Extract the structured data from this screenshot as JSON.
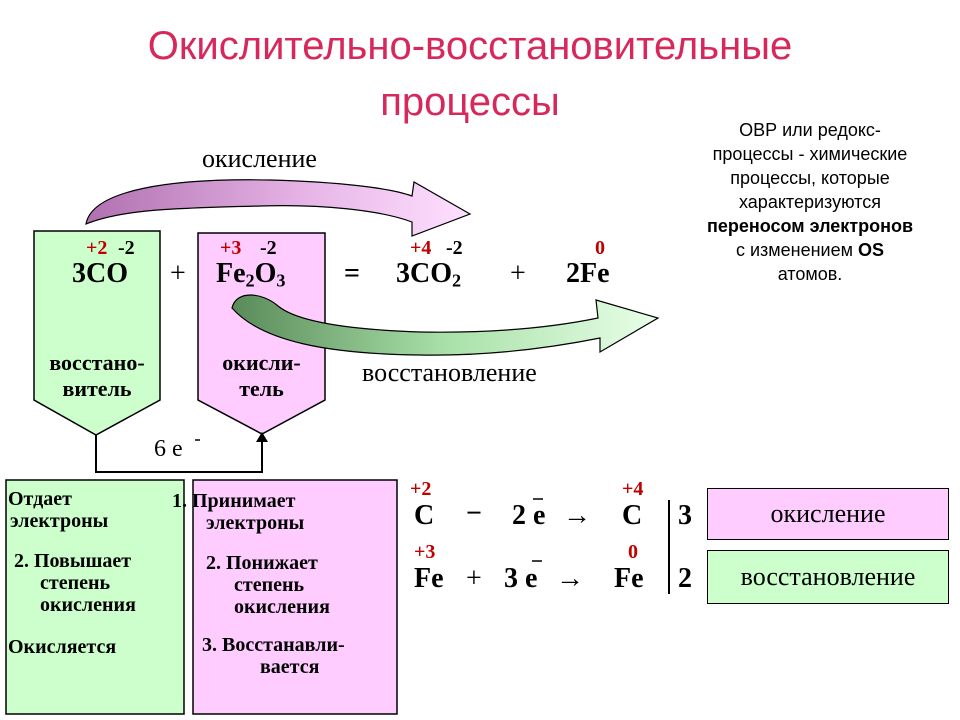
{
  "title": {
    "line1": "Окислительно-восстановительные",
    "line2": "процессы"
  },
  "definition": {
    "line1": "ОВР или редокс-",
    "line2": "процессы - химические",
    "line3": "процессы, которые",
    "line4": "характеризуются",
    "line5_bold": "переносом электронов",
    "line6_pre": "с изменением ",
    "line6_bold": "OS",
    "line7": "атомов."
  },
  "arrows": {
    "oxidation_label": "окисление",
    "reduction_label": "восстановление",
    "transfer_label": "6 e"
  },
  "equation": {
    "co": {
      "formula": "3CO",
      "ox_c": "+2",
      "ox_o": "-2"
    },
    "plus1": "+",
    "fe2o3": {
      "fe": "Fe",
      "fe_sub": "2",
      "o": "O",
      "o_sub": "3",
      "ox_fe": "+3",
      "ox_o": "-2"
    },
    "equals": "=",
    "co2": {
      "formula": "3CO",
      "o_sub": "2",
      "ox_c": "+4",
      "ox_o": "-2"
    },
    "plus2": "+",
    "fe": {
      "formula": "2Fe",
      "ox": "0"
    }
  },
  "reducer_label": {
    "line1": "восстано-",
    "line2": "витель"
  },
  "oxidizer_label": {
    "line1": "окисли-",
    "line2": "тель"
  },
  "reducer_list": {
    "l1": "Отдает",
    "l2": "электроны",
    "l3": "2. Повышает",
    "l4": "степень",
    "l5": "окисления",
    "l6": "Окисляется"
  },
  "oxidizer_list": {
    "l1": "1. Принимает",
    "l2": "электроны",
    "l3": "2. Понижает",
    "l4": "степень",
    "l5": "окисления",
    "l6": "3. Восстанавли-",
    "l7": "вается"
  },
  "half_reactions": {
    "r1": {
      "ox_left": "+2",
      "left": "C",
      "op": "−",
      "electrons": "2 e",
      "arrow": "→",
      "right": "C",
      "ox_right": "+4",
      "coef": "3"
    },
    "r2": {
      "ox_left": "+3",
      "left": "Fe",
      "op": "+",
      "electrons": "3 e",
      "arrow": "→",
      "right": "Fe",
      "ox_right": "0",
      "coef": "2"
    }
  },
  "process_boxes": {
    "oxidation": "окисление",
    "reduction": "восстановление"
  },
  "colors": {
    "title": "#d6285a",
    "oxidation_state": "#c00000",
    "green": "#ccffcc",
    "pink": "#ffccff",
    "purple_arrow": "#a060a0"
  }
}
